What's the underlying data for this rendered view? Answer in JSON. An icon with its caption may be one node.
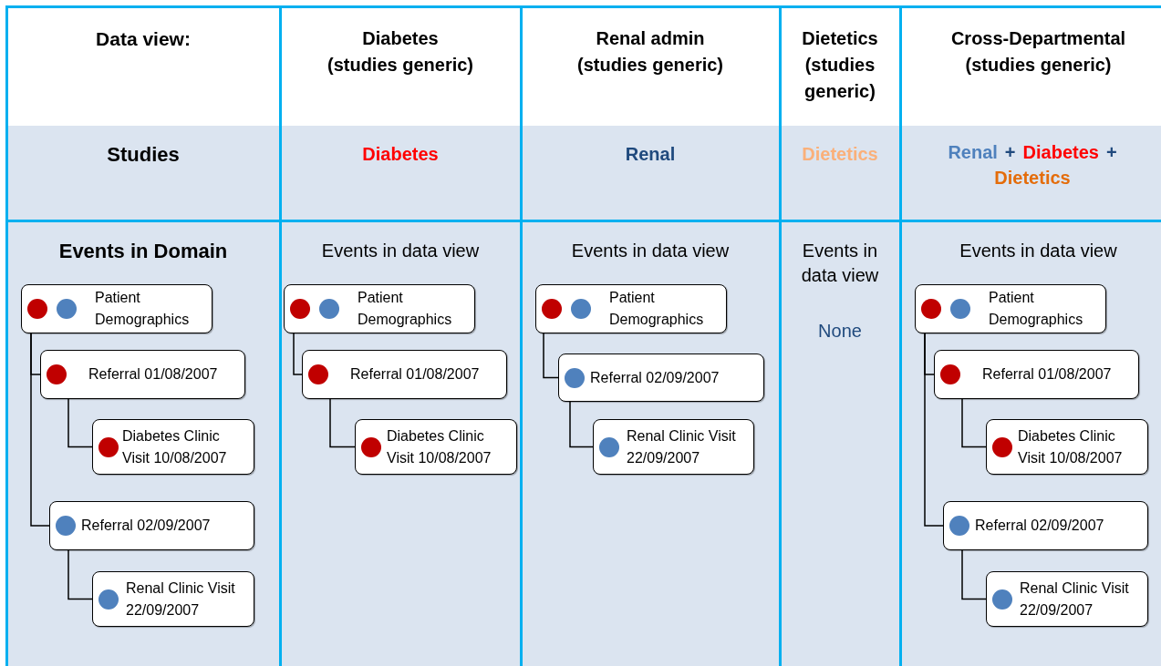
{
  "diagram": {
    "nodes": [
      {
        "text": [
          "Events in Domain"
        ]
      },
      {
        "text": [
          "Patient Demographics"
        ],
        "in": 0
      },
      {
        "text": [
          "Referral 01/08/2007"
        ],
        "in": 0
      },
      {
        "text": [
          "Diabetes Clinic Visit 10/08/2007"
        ],
        "in": 0
      },
      {
        "text": [
          "Referral 02/09/2007"
        ],
        "in": 0
      },
      {
        "text": [
          "Renal Clinic Visit 22/09/2007"
        ],
        "in": 0
      },
      {
        "text": [
          "Events in data view"
        ]
      },
      {
        "text": [
          "Patient Demographics"
        ],
        "in": 6
      },
      {
        "text": [
          "Referral 01/08/2007"
        ],
        "in": 6
      },
      {
        "text": [
          "Diabetes Clinic Visit 10/08/2007"
        ],
        "in": 6
      },
      {
        "text": [
          "Events in data view"
        ]
      },
      {
        "text": [
          "Patient Demographics"
        ],
        "in": 10
      },
      {
        "text": [
          "Referral 02/09/2007"
        ],
        "in": 10
      },
      {
        "text": [
          "Renal Clinic Visit 22/09/2007"
        ],
        "in": 10
      },
      {
        "text": [
          "Events in data view",
          "None"
        ]
      },
      {
        "text": [
          "Events in data view"
        ]
      },
      {
        "text": [
          "Patient Demographics"
        ],
        "in": 15
      },
      {
        "text": [
          "Referral 01/08/2007"
        ],
        "in": 15
      },
      {
        "text": [
          "Diabetes Clinic Visit 10/08/2007"
        ],
        "in": 15
      },
      {
        "text": [
          "Referral 02/09/2007"
        ],
        "in": 15
      },
      {
        "text": [
          "Renal Clinic Visit 22/09/2007"
        ],
        "in": 15
      }
    ],
    "edges": [
      {
        "from": 1,
        "to": 2,
        "arrow": "none"
      },
      {
        "from": 2,
        "to": 3,
        "arrow": "none"
      },
      {
        "from": 1,
        "to": 4,
        "arrow": "none"
      },
      {
        "from": 4,
        "to": 5,
        "arrow": "none"
      },
      {
        "from": 7,
        "to": 8,
        "arrow": "none"
      },
      {
        "from": 8,
        "to": 9,
        "arrow": "none"
      },
      {
        "from": 11,
        "to": 12,
        "arrow": "none"
      },
      {
        "from": 12,
        "to": 13,
        "arrow": "none"
      },
      {
        "from": 16,
        "to": 17,
        "arrow": "none"
      },
      {
        "from": 17,
        "to": 18,
        "arrow": "none"
      },
      {
        "from": 16,
        "to": 19,
        "arrow": "none"
      },
      {
        "from": 19,
        "to": 20,
        "arrow": "none"
      }
    ],
    "labels": [
      "Data view:",
      "Diabetes (studies generic)",
      "Renal admin (studies generic)",
      "Dietetics (studies generic)",
      "Cross-Departmental (studies generic)",
      "Studies",
      "Diabetes",
      "Renal",
      "Dietetics",
      "Renal",
      "+",
      "Diabetes",
      "+",
      "Dietetics"
    ]
  }
}
